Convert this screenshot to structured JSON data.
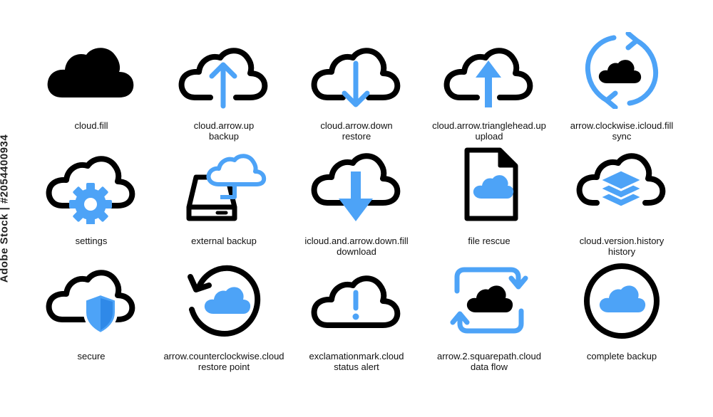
{
  "colors": {
    "black": "#000000",
    "blue": "#4da3f7",
    "white": "#ffffff"
  },
  "side_text": "Adobe Stock | #2054400934",
  "icons": [
    {
      "icon": "cloud-fill-icon",
      "line1": "cloud.fill",
      "line2": ""
    },
    {
      "icon": "cloud-arrow-up-icon",
      "line1": "cloud.arrow.up",
      "line2": "backup"
    },
    {
      "icon": "cloud-arrow-down-icon",
      "line1": "cloud.arrow.down",
      "line2": "restore"
    },
    {
      "icon": "cloud-arrow-trianglehead-up-icon",
      "line1": "cloud.arrow.trianglehead.up",
      "line2": "upload"
    },
    {
      "icon": "arrow-clockwise-icloud-fill-icon",
      "line1": "arrow.clockwise.icloud.fill",
      "line2": "sync"
    },
    {
      "icon": "settings-icon",
      "line1": "settings",
      "line2": ""
    },
    {
      "icon": "external-backup-icon",
      "line1": "external backup",
      "line2": ""
    },
    {
      "icon": "icloud-and-arrow-down-fill-icon",
      "line1": "icloud.and.arrow.down.fill",
      "line2": "download"
    },
    {
      "icon": "file-rescue-icon",
      "line1": "file rescue",
      "line2": ""
    },
    {
      "icon": "cloud-version-history-icon",
      "line1": "cloud.version.history",
      "line2": "history"
    },
    {
      "icon": "secure-icon",
      "line1": "secure",
      "line2": ""
    },
    {
      "icon": "arrow-counterclockwise-cloud-icon",
      "line1": "arrow.counterclockwise.cloud",
      "line2": "restore point"
    },
    {
      "icon": "exclamationmark-cloud-icon",
      "line1": "exclamationmark.cloud",
      "line2": "status alert"
    },
    {
      "icon": "arrow-2-squarepath-cloud-icon",
      "line1": "arrow.2.squarepath.cloud",
      "line2": "data flow"
    },
    {
      "icon": "complete-backup-icon",
      "line1": "complete backup",
      "line2": ""
    }
  ]
}
